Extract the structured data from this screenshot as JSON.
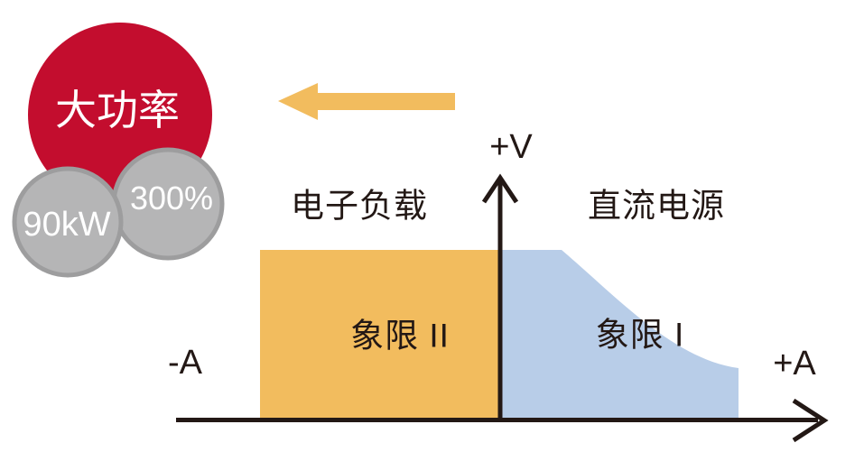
{
  "badges": {
    "main": {
      "label": "大功率"
    },
    "kw": {
      "label": "90kW"
    },
    "percent": {
      "label": "300%"
    }
  },
  "arrow": {
    "direction": "left"
  },
  "diagram": {
    "v_axis_label": "+V",
    "neg_a_label": "-A",
    "pos_a_label": "+A",
    "left_title": "电子负载",
    "right_title": "直流电源",
    "quadrant2_label": "象限 II",
    "quadrant1_label": "象限 I"
  },
  "colors": {
    "red": "#c30d2e",
    "gray_fill": "#b5b5b6",
    "gray_stroke": "#9d9d9e",
    "orange": "#f2bc5e",
    "blue": "#b8cde8",
    "axis": "#231815",
    "badge_text": "#ffffff",
    "label_text": "#231815"
  }
}
